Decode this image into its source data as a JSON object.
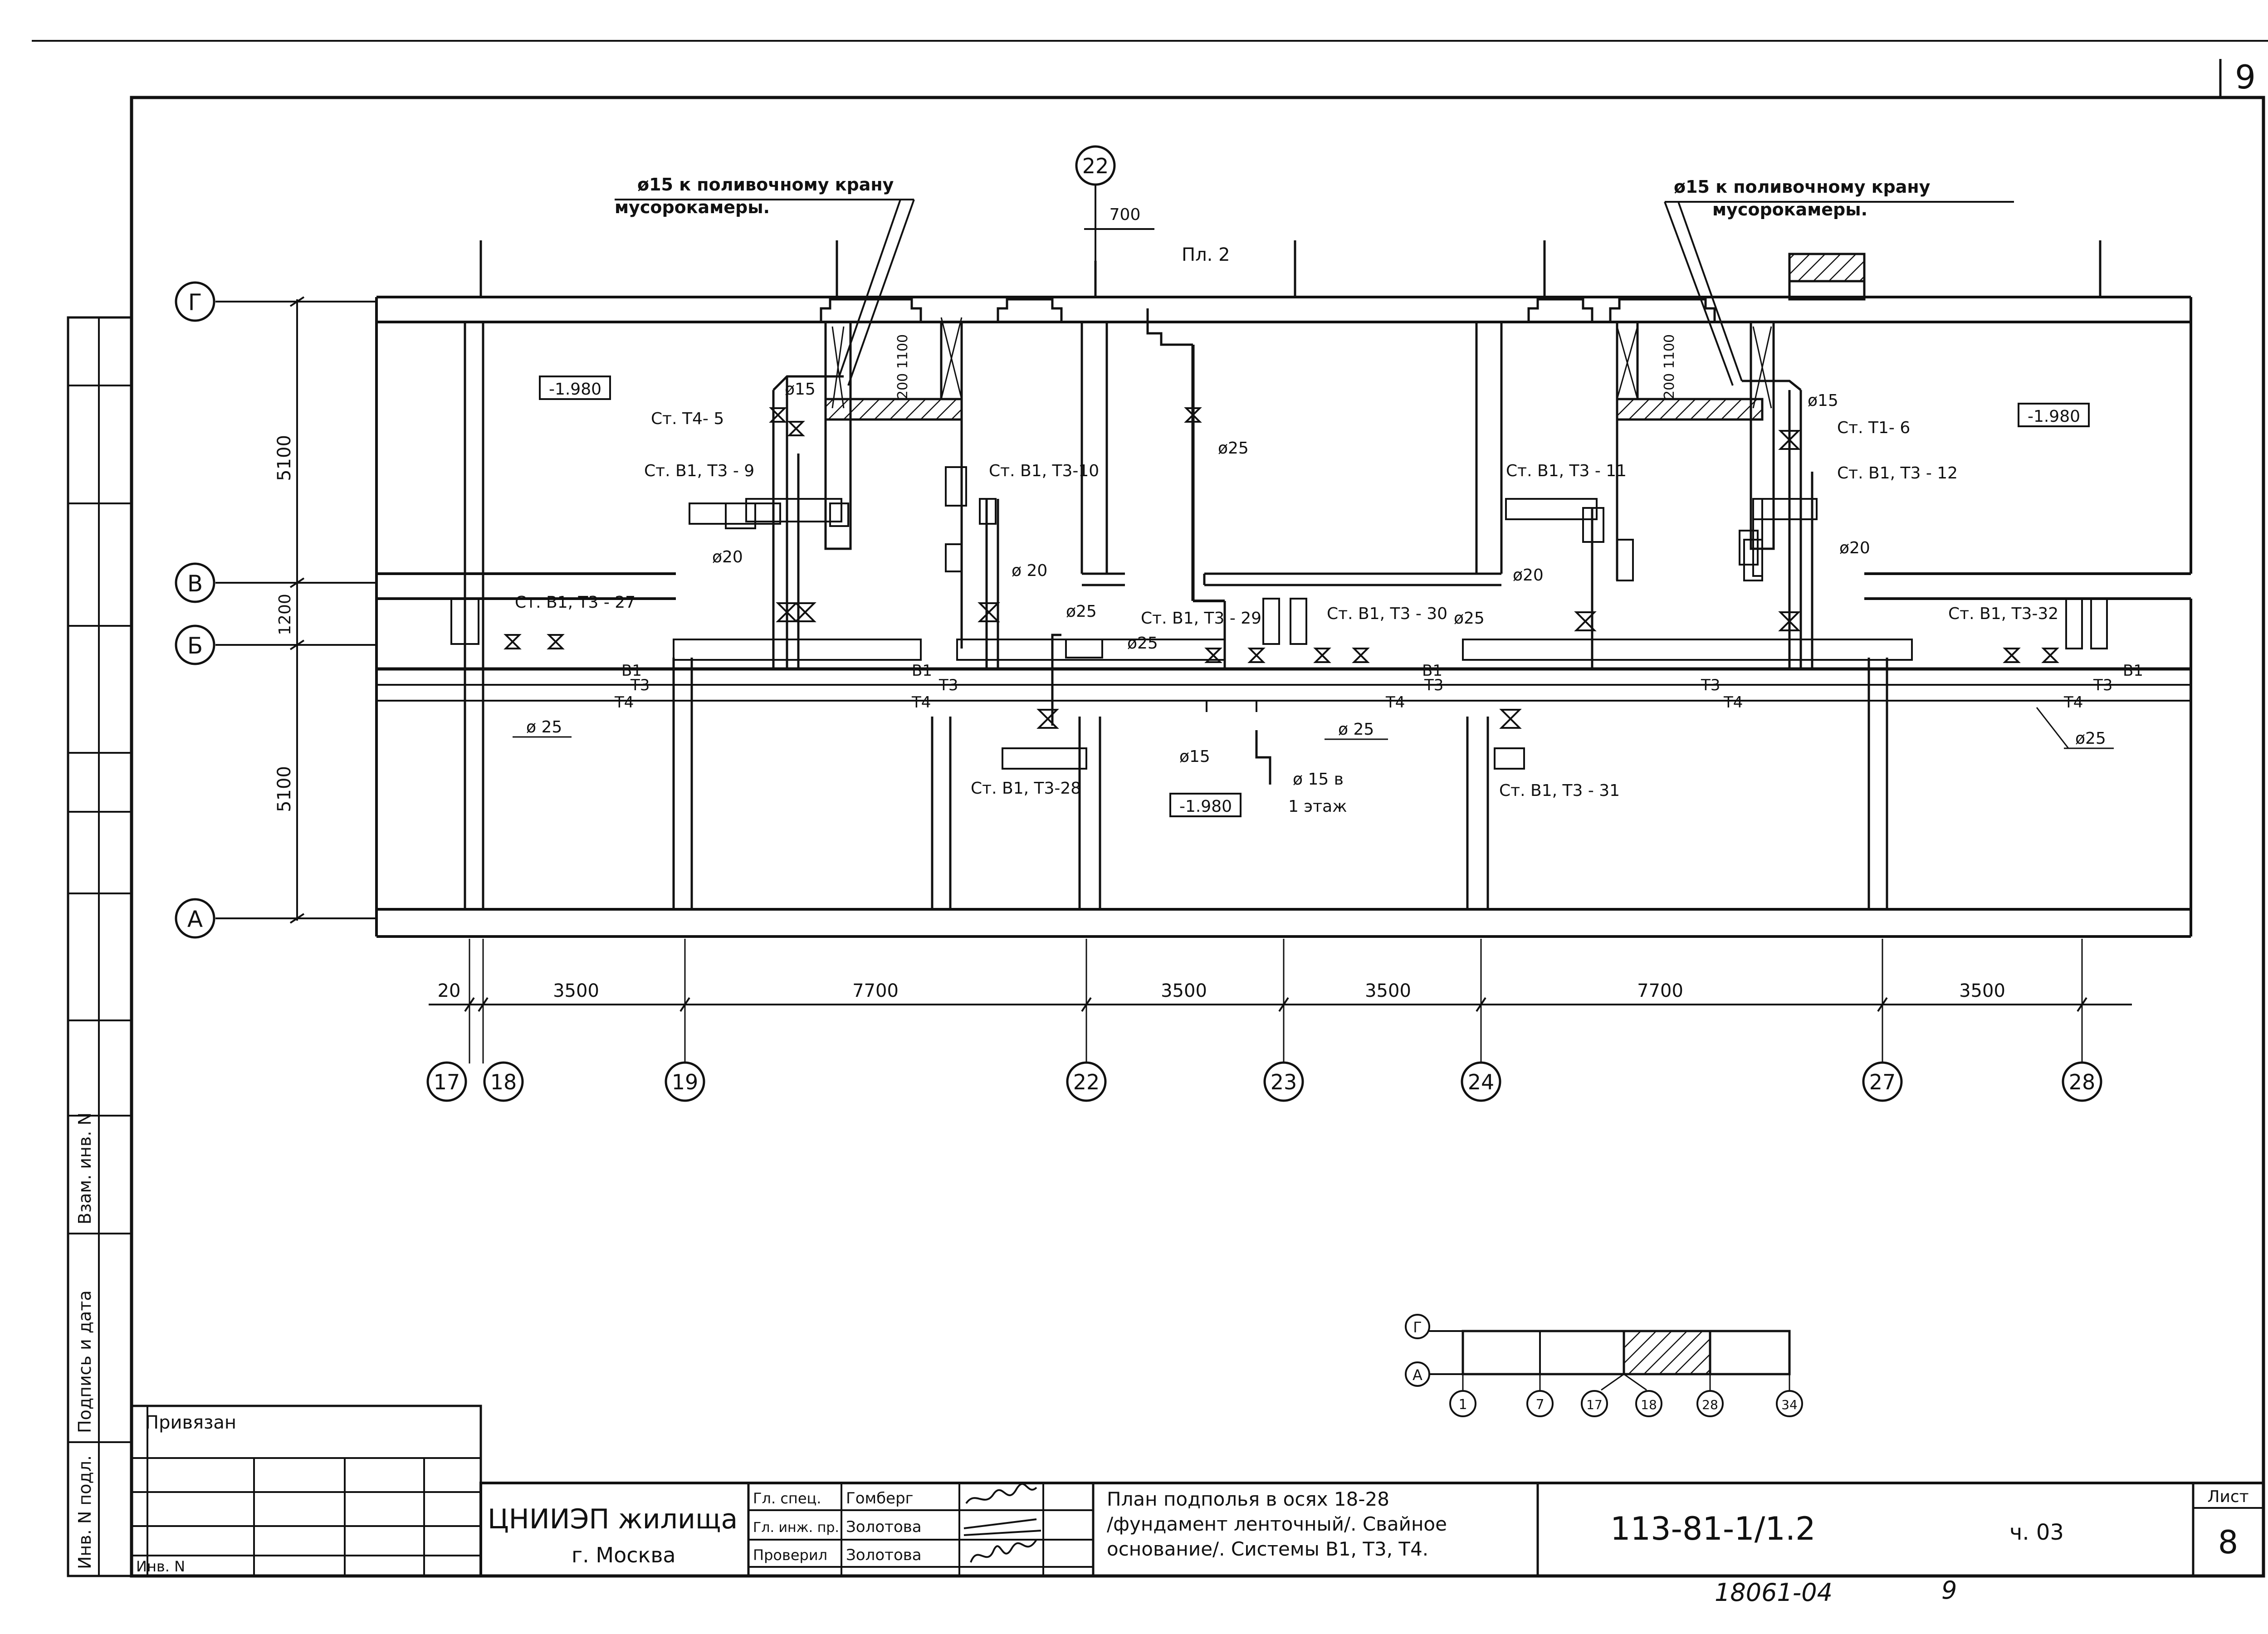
{
  "sheet": {
    "corner_number": "9",
    "bottom_note_1": "18061-04",
    "bottom_note_2": "9"
  },
  "axes": {
    "rows": [
      "Г",
      "В",
      "Б",
      "А"
    ],
    "cols": [
      "17",
      "18",
      "19",
      "22",
      "23",
      "24",
      "27",
      "28"
    ],
    "top_axis": "22"
  },
  "dimensions": {
    "horizontal": [
      "20",
      "3500",
      "7700",
      "3500",
      "3500",
      "7700",
      "3500"
    ],
    "vertical": [
      "5100",
      "1200",
      "5100"
    ],
    "top_700": "700",
    "vert_200_1100_left": "200  1100",
    "vert_200_1100_right": "200  1100"
  },
  "labels": {
    "pl2": "Пл. 2",
    "left_note_l1": "ø15 к поливочному крану",
    "left_note_l2": "мусорокамеры.",
    "right_note_l1": "ø15 к поливочному крану",
    "right_note_l2": "мусорокамеры.",
    "elev_left": "-1.980",
    "elev_right": "-1.980",
    "elev_center": "-1.980",
    "st_t4_5": "Ст. Т4- 5",
    "st_b1_t3_9": "Ст. В1, Т3 - 9",
    "st_b1_t3_10": "Ст. В1, Т3-10",
    "st_b1_t3_11": "Ст. В1, Т3 - 11",
    "st_t1_6": "Ст. Т1- 6",
    "st_b1_t3_12": "Ст. В1, Т3 - 12",
    "st_b1_t3_27": "Ст. В1, Т3 - 27",
    "st_b1_t3_28": "Ст. В1, Т3-28",
    "st_b1_t3_29": "Ст. В1, Т3 - 29",
    "st_b1_t3_30": "Ст. В1, Т3 - 30",
    "st_b1_t3_31": "Ст. В1, Т3 - 31",
    "st_b1_t3_32": "Ст. В1, Т3-32",
    "d15_a": "ø15",
    "d15_b": "ø15",
    "d15_c": "ø15",
    "d15_in": "ø 15 в",
    "first_floor": "1 этаж",
    "d20_a": "ø20",
    "d20_b": "ø 20",
    "d20_c": "ø20",
    "d20_d": "ø20",
    "d25_a": "ø25",
    "d25_b": "ø25",
    "d25_c": "ø25",
    "d25_d": "ø25",
    "d25_e": "ø 25",
    "d25_f": "ø 25",
    "d25_g": "ø25",
    "b1": "В1",
    "t3": "Т3",
    "t4": "Т4"
  },
  "key_plan": {
    "rows": [
      "Г",
      "А"
    ],
    "cols": [
      "1",
      "7",
      "17",
      "18",
      "28",
      "34"
    ]
  },
  "stamp_side": {
    "inv_podl": "Инв. N подл.",
    "podpis": "Подпись и дата",
    "vzam": "Взам. инв. N"
  },
  "privyazan": {
    "title": "Привязан",
    "inv": "Инв. N"
  },
  "title_block": {
    "org_l1": "ЦНИИЭП жилища",
    "org_l2": "г. Москва",
    "roles": [
      "Гл. спец.",
      "Гл. инж. пр.",
      "Проверил"
    ],
    "names": [
      "Гомберг",
      "Золотова",
      "Золотова"
    ],
    "title_l1": "План подполья в осях 18-28",
    "title_l2": "/фундамент ленточный/. Свайное",
    "title_l3": "основание/. Системы В1, Т3, Т4.",
    "code": "113-81-1/1.2",
    "part": "ч. 03",
    "sheet_label": "Лист",
    "sheet_no": "8"
  }
}
